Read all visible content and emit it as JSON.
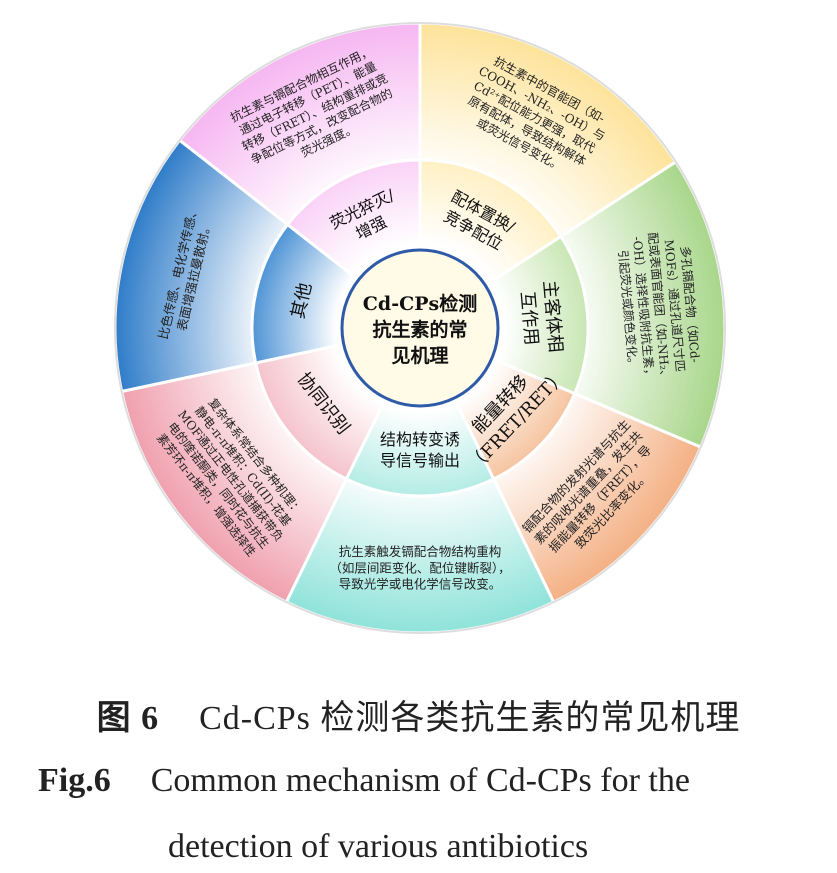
{
  "center": {
    "lines": [
      "Cd-CPs检测",
      "抗生素的常",
      "见机理"
    ]
  },
  "segments": [
    {
      "id": "ligand-exchange",
      "color": "#fde39a",
      "inner_color": "#fff0c4",
      "inner_lines": [
        "配体置换/",
        "竞争配位"
      ],
      "outer_lines": [
        "抗生素中的官能团（如-",
        "COOH、-NH₂、-OH）与",
        "Cd²⁺配位能力更强，取代",
        "原有配体，导致结构解体",
        "或荧光信号变化。"
      ]
    },
    {
      "id": "host-guest",
      "color": "#a8d68a",
      "inner_color": "#c9e6b4",
      "inner_lines": [
        "主客体相",
        "互作用"
      ],
      "outer_lines": [
        "多孔镉配合物（如Cd-",
        "MOFs）通过孔道尺寸匹",
        "配或表面官能团（如-NH₂、",
        "-OH）选择性吸附抗生素，",
        "引起荧光或颜色变化。"
      ]
    },
    {
      "id": "energy-transfer",
      "color": "#f4b084",
      "inner_color": "#f6c4a0",
      "inner_lines": [
        "能量转移",
        "（FRET/RET）"
      ],
      "outer_lines": [
        "镉配合物的发射光谱与抗生",
        "素的吸收光谱重叠，发生共",
        "振能量转移（FRET），导",
        "致荧光比率变化。"
      ]
    },
    {
      "id": "structural-transformation",
      "color": "#8fe3da",
      "inner_color": "#b4ece5",
      "inner_lines": [
        "结构转变诱",
        "导信号输出"
      ],
      "outer_lines": [
        "抗生素触发镉配合物结构重构",
        "（如层间距变化、配位键断裂），",
        "导致光学或电化学信号改变。"
      ]
    },
    {
      "id": "synergistic-recognition",
      "color": "#f0a0ae",
      "inner_color": "#f5c3cc",
      "inner_lines": [
        "协同识别"
      ],
      "outer_lines": [
        "复杂体系常结合多种机理：",
        "静电-π-π堆积：Cd(II)-花基",
        "MOF通过正电性孔道捕获带负",
        "电的喹诺酮类，同时花与抗生",
        "素芳环π-π堆积，增强选择性"
      ]
    },
    {
      "id": "others",
      "color": "#2f7cc9",
      "inner_color": "#4f94d6",
      "inner_lines": [
        "其他"
      ],
      "outer_lines": [
        "比色传感、电化学传感、",
        "表面增强拉曼散射。"
      ]
    },
    {
      "id": "fluorescence-quench",
      "color": "#f6b6f1",
      "inner_color": "#fad2f6",
      "inner_lines": [
        "荧光猝灭/",
        "增强"
      ],
      "outer_lines": [
        "抗生素与镉配合物相互作用，",
        "通过电子转移（PET）、能量",
        "转移（FRET）、结构重排或竞",
        "争配位等方式，改变配合物的",
        "荧光强度。"
      ]
    }
  ],
  "caption": {
    "cn_label": "图 6",
    "cn_text": "Cd-CPs 检测各类抗生素的常见机理",
    "en_label": "Fig.6",
    "en_text_1": "Common mechanism of Cd-CPs for the",
    "en_text_2": "detection of various antibiotics"
  }
}
